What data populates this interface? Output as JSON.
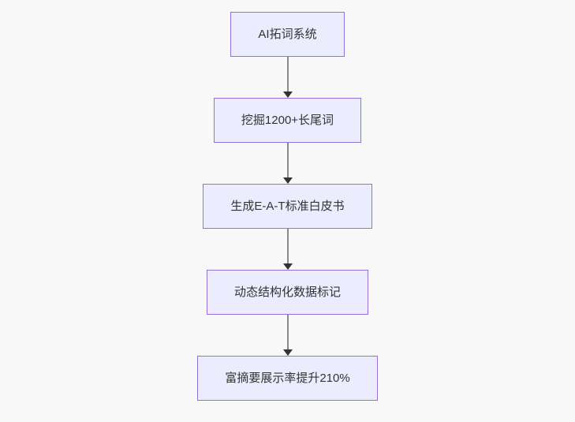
{
  "flowchart": {
    "type": "flowchart-top-down",
    "colors": {
      "background": "#f8f8f8",
      "node_fill": "#ececff",
      "node_border": "#9370db",
      "node_text": "#333333",
      "edge_line": "#8a8a8a",
      "edge_arrow": "#333333"
    },
    "nodes": [
      {
        "id": "n1",
        "label": "AI拓词系统"
      },
      {
        "id": "n2",
        "label": "挖掘1200+长尾词"
      },
      {
        "id": "n3",
        "label": "生成E-A-T标准白皮书"
      },
      {
        "id": "n4",
        "label": "动态结构化数据标记"
      },
      {
        "id": "n5",
        "label": "富摘要展示率提升210%"
      }
    ],
    "edges": [
      {
        "from": "n1",
        "to": "n2"
      },
      {
        "from": "n2",
        "to": "n3"
      },
      {
        "from": "n3",
        "to": "n4"
      },
      {
        "from": "n4",
        "to": "n5"
      }
    ]
  }
}
